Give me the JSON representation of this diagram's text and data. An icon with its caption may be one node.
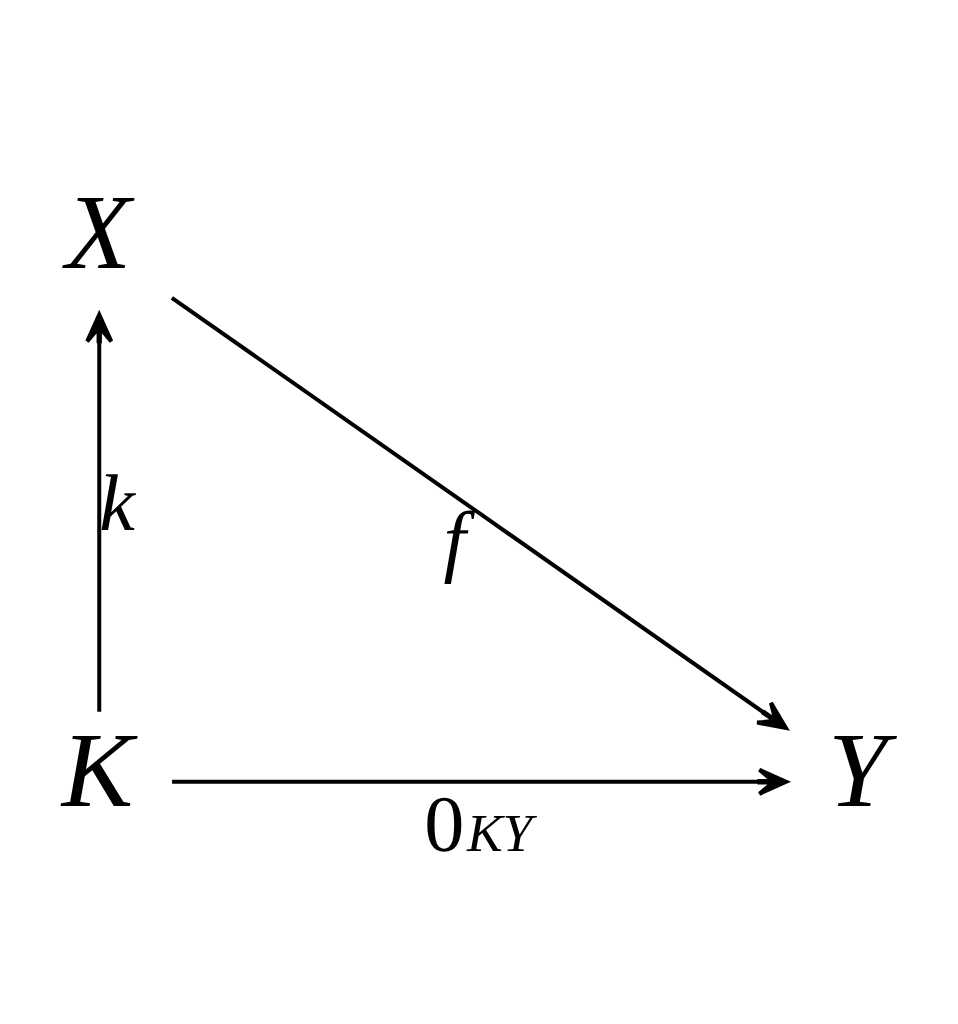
{
  "diagram": {
    "nodes": [
      {
        "text": [
          "X"
        ]
      },
      {
        "text": [
          "K"
        ]
      },
      {
        "text": [
          "Y"
        ]
      }
    ],
    "edges": [
      {
        "from": 1,
        "to": 0,
        "arrow": "to",
        "label": "k"
      },
      {
        "from": 0,
        "to": 2,
        "arrow": "to",
        "label": "f"
      },
      {
        "from": 1,
        "to": 2,
        "arrow": "to",
        "label": "0$_{KY}$"
      }
    ]
  }
}
